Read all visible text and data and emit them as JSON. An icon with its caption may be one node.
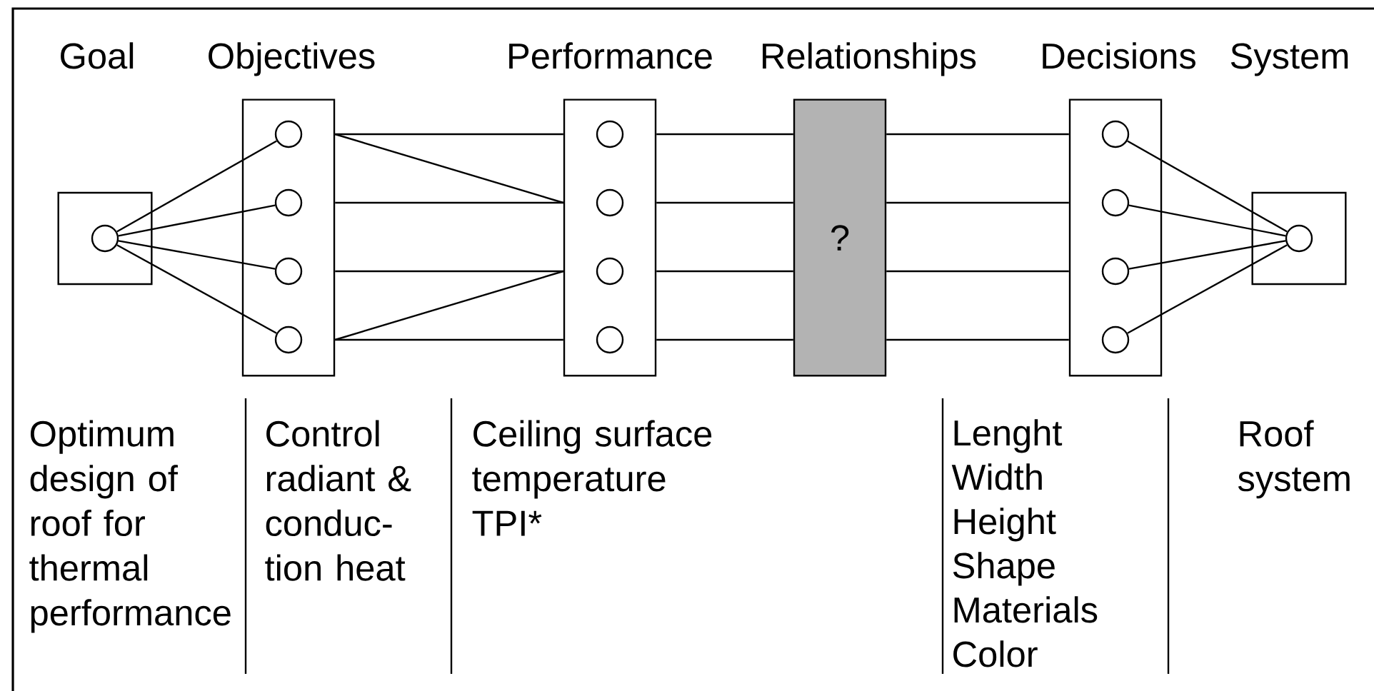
{
  "diagram": {
    "nodes": [
      {
        "text": [],
        "shape": "box"
      },
      {
        "text": [],
        "shape": "circle",
        "in": 0
      },
      {
        "text": [],
        "shape": "box"
      },
      {
        "text": [],
        "shape": "circle",
        "in": 2
      },
      {
        "text": [],
        "shape": "circle",
        "in": 2
      },
      {
        "text": [],
        "shape": "circle",
        "in": 2
      },
      {
        "text": [],
        "shape": "circle",
        "in": 2
      },
      {
        "text": [],
        "shape": "box"
      },
      {
        "text": [],
        "shape": "circle",
        "in": 7
      },
      {
        "text": [],
        "shape": "circle",
        "in": 7
      },
      {
        "text": [],
        "shape": "circle",
        "in": 7
      },
      {
        "text": [],
        "shape": "circle",
        "in": 7
      },
      {
        "text": [
          "?"
        ]
      },
      {
        "text": [],
        "shape": "box"
      },
      {
        "text": [],
        "shape": "circle",
        "in": 13
      },
      {
        "text": [],
        "shape": "circle",
        "in": 13
      },
      {
        "text": [],
        "shape": "circle",
        "in": 13
      },
      {
        "text": [],
        "shape": "circle",
        "in": 13
      },
      {
        "text": [],
        "shape": "box"
      },
      {
        "text": [],
        "shape": "circle",
        "in": 18
      }
    ],
    "edges": [
      {
        "from": 1,
        "to": 3,
        "arrow": "none"
      },
      {
        "from": 1,
        "to": 4,
        "arrow": "none"
      },
      {
        "from": 1,
        "to": 5,
        "arrow": "none"
      },
      {
        "from": 1,
        "to": 6,
        "arrow": "none"
      },
      {
        "from": 3,
        "to": 8,
        "arrow": "none"
      },
      {
        "from": 3,
        "to": 9,
        "arrow": "none"
      },
      {
        "from": 4,
        "to": 9,
        "arrow": "none"
      },
      {
        "from": 5,
        "to": 10,
        "arrow": "none"
      },
      {
        "from": 6,
        "to": 10,
        "arrow": "none"
      },
      {
        "from": 6,
        "to": 11,
        "arrow": "none"
      },
      {
        "from": 8,
        "to": 12,
        "arrow": "none"
      },
      {
        "from": 9,
        "to": 12,
        "arrow": "none"
      },
      {
        "from": 10,
        "to": 12,
        "arrow": "none"
      },
      {
        "from": 11,
        "to": 12,
        "arrow": "none"
      },
      {
        "from": 12,
        "to": 14,
        "arrow": "none"
      },
      {
        "from": 12,
        "to": 15,
        "arrow": "none"
      },
      {
        "from": 12,
        "to": 16,
        "arrow": "none"
      },
      {
        "from": 12,
        "to": 17,
        "arrow": "none"
      },
      {
        "from": 14,
        "to": 19,
        "arrow": "none"
      },
      {
        "from": 15,
        "to": 19,
        "arrow": "none"
      },
      {
        "from": 16,
        "to": 19,
        "arrow": "none"
      },
      {
        "from": 17,
        "to": 19,
        "arrow": "none"
      }
    ],
    "labels": [
      "Goal",
      "Objectives",
      "Performance",
      "Relationships",
      "Decisions",
      "System",
      "Optimum design of roof for thermal performance",
      "Control radiant  & conduc-tion heat",
      "Ceiling surface temperature TPI*",
      "Lenght",
      "Width",
      "Height",
      "Shape",
      "Materials",
      "Color",
      "Roof system"
    ]
  }
}
